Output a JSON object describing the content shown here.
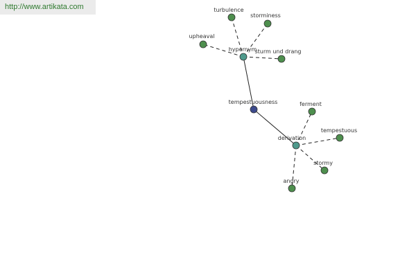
{
  "site_url": "http://www.artikata.com",
  "colors": {
    "root": "#3c4a8c",
    "relation": "#4f9a8c",
    "leaf": "#4e8f4e",
    "url_text": "#2f7a2f"
  },
  "nodes": [
    {
      "id": "tempestuousness",
      "label": "tempestuousness",
      "kind": "root"
    },
    {
      "id": "hypernym",
      "label": "hypernym",
      "kind": "relation"
    },
    {
      "id": "derivation",
      "label": "derivation",
      "kind": "relation"
    },
    {
      "id": "turbulence",
      "label": "turbulence",
      "kind": "leaf"
    },
    {
      "id": "storminess",
      "label": "storminess",
      "kind": "leaf"
    },
    {
      "id": "upheaval",
      "label": "upheaval",
      "kind": "leaf"
    },
    {
      "id": "sturm-und-drang",
      "label": "sturm und drang",
      "kind": "leaf"
    },
    {
      "id": "ferment",
      "label": "ferment",
      "kind": "leaf"
    },
    {
      "id": "tempestuous",
      "label": "tempestuous",
      "kind": "leaf"
    },
    {
      "id": "stormy",
      "label": "stormy",
      "kind": "leaf"
    },
    {
      "id": "angry",
      "label": "angry",
      "kind": "leaf"
    }
  ],
  "edges": [
    {
      "from": "tempestuousness",
      "to": "hypernym",
      "style": "solid"
    },
    {
      "from": "tempestuousness",
      "to": "derivation",
      "style": "solid"
    },
    {
      "from": "hypernym",
      "to": "turbulence",
      "style": "dashed"
    },
    {
      "from": "hypernym",
      "to": "storminess",
      "style": "dashed"
    },
    {
      "from": "hypernym",
      "to": "upheaval",
      "style": "dashed"
    },
    {
      "from": "hypernym",
      "to": "sturm-und-drang",
      "style": "dashed"
    },
    {
      "from": "derivation",
      "to": "ferment",
      "style": "dashed"
    },
    {
      "from": "derivation",
      "to": "tempestuous",
      "style": "dashed"
    },
    {
      "from": "derivation",
      "to": "stormy",
      "style": "dashed"
    },
    {
      "from": "derivation",
      "to": "angry",
      "style": "dashed"
    }
  ]
}
